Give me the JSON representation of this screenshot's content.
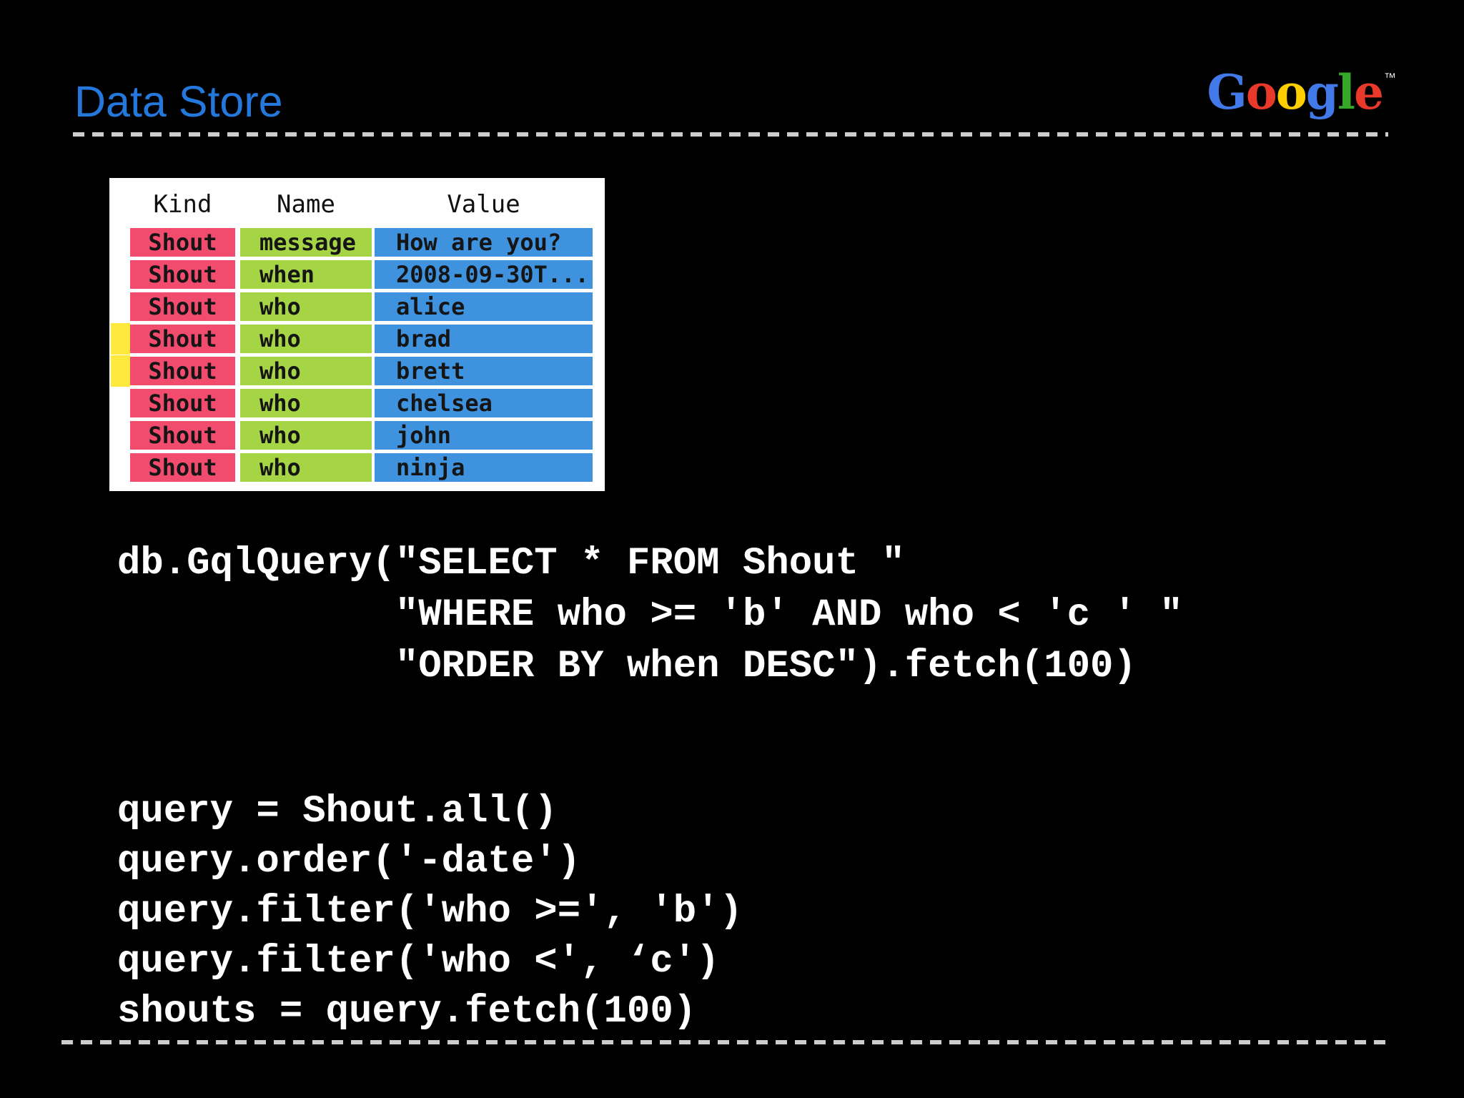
{
  "colors": {
    "background": "#000000",
    "title": "#2478DB",
    "rule": "#CDCDCD",
    "code-text": "#FFFFFF",
    "panel": "#FFFFFF",
    "kind-cell": "#F14B6E",
    "name-cell": "#A5D545",
    "value-cell": "#3E92DE",
    "marker": "#FFE93C",
    "cell-text": "#151515",
    "header-text": "#111111"
  },
  "slide": {
    "title": "Data Store",
    "logo": {
      "letters": [
        {
          "char": "G",
          "color": "#4179E8"
        },
        {
          "char": "o",
          "color": "#E8392B"
        },
        {
          "char": "o",
          "color": "#FFCE00"
        },
        {
          "char": "g",
          "color": "#4179E8"
        },
        {
          "char": "l",
          "color": "#36A829"
        },
        {
          "char": "e",
          "color": "#E8392B"
        }
      ],
      "trademark": "™"
    }
  },
  "table": {
    "headers": [
      "Kind",
      "Name",
      "Value"
    ],
    "rows": [
      {
        "kind": "Shout",
        "name": "message",
        "value": "How are you?",
        "highlight": false
      },
      {
        "kind": "Shout",
        "name": "when",
        "value": "2008-09-30T...",
        "highlight": false
      },
      {
        "kind": "Shout",
        "name": "who",
        "value": "alice",
        "highlight": false
      },
      {
        "kind": "Shout",
        "name": "who",
        "value": "brad",
        "highlight": true
      },
      {
        "kind": "Shout",
        "name": "who",
        "value": "brett",
        "highlight": true
      },
      {
        "kind": "Shout",
        "name": "who",
        "value": "chelsea",
        "highlight": false
      },
      {
        "kind": "Shout",
        "name": "who",
        "value": "john",
        "highlight": false
      },
      {
        "kind": "Shout",
        "name": "who",
        "value": "ninja",
        "highlight": false
      }
    ]
  },
  "code_block_1": {
    "lines": [
      "db.GqlQuery(\"SELECT * FROM Shout \"",
      "            \"WHERE who >= 'b' AND who < 'c ' \"",
      "            \"ORDER BY when DESC\").fetch(100)"
    ]
  },
  "code_block_2": {
    "lines": [
      "query = Shout.all()",
      "query.order('-date')",
      "query.filter('who >=', 'b')",
      "query.filter('who <', ‘c')",
      "shouts = query.fetch(100)"
    ]
  }
}
